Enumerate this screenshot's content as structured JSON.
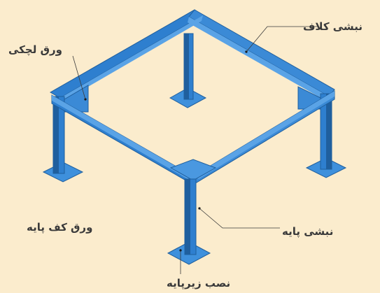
{
  "colors": {
    "background": "#fbeccd",
    "steel": "#2e7fcf",
    "steel_dark": "#1f5f9e",
    "steel_light": "#5aa3e6",
    "leader": "#3a3a3a"
  },
  "labels": {
    "frame_angle": "نبشی کلاف",
    "gusset_plate": "ورق لچکی",
    "base_plate": "ورق کف پایه",
    "leg_angle": "نبشی پایه",
    "under_leg_install": "نصب زیرپایه"
  }
}
